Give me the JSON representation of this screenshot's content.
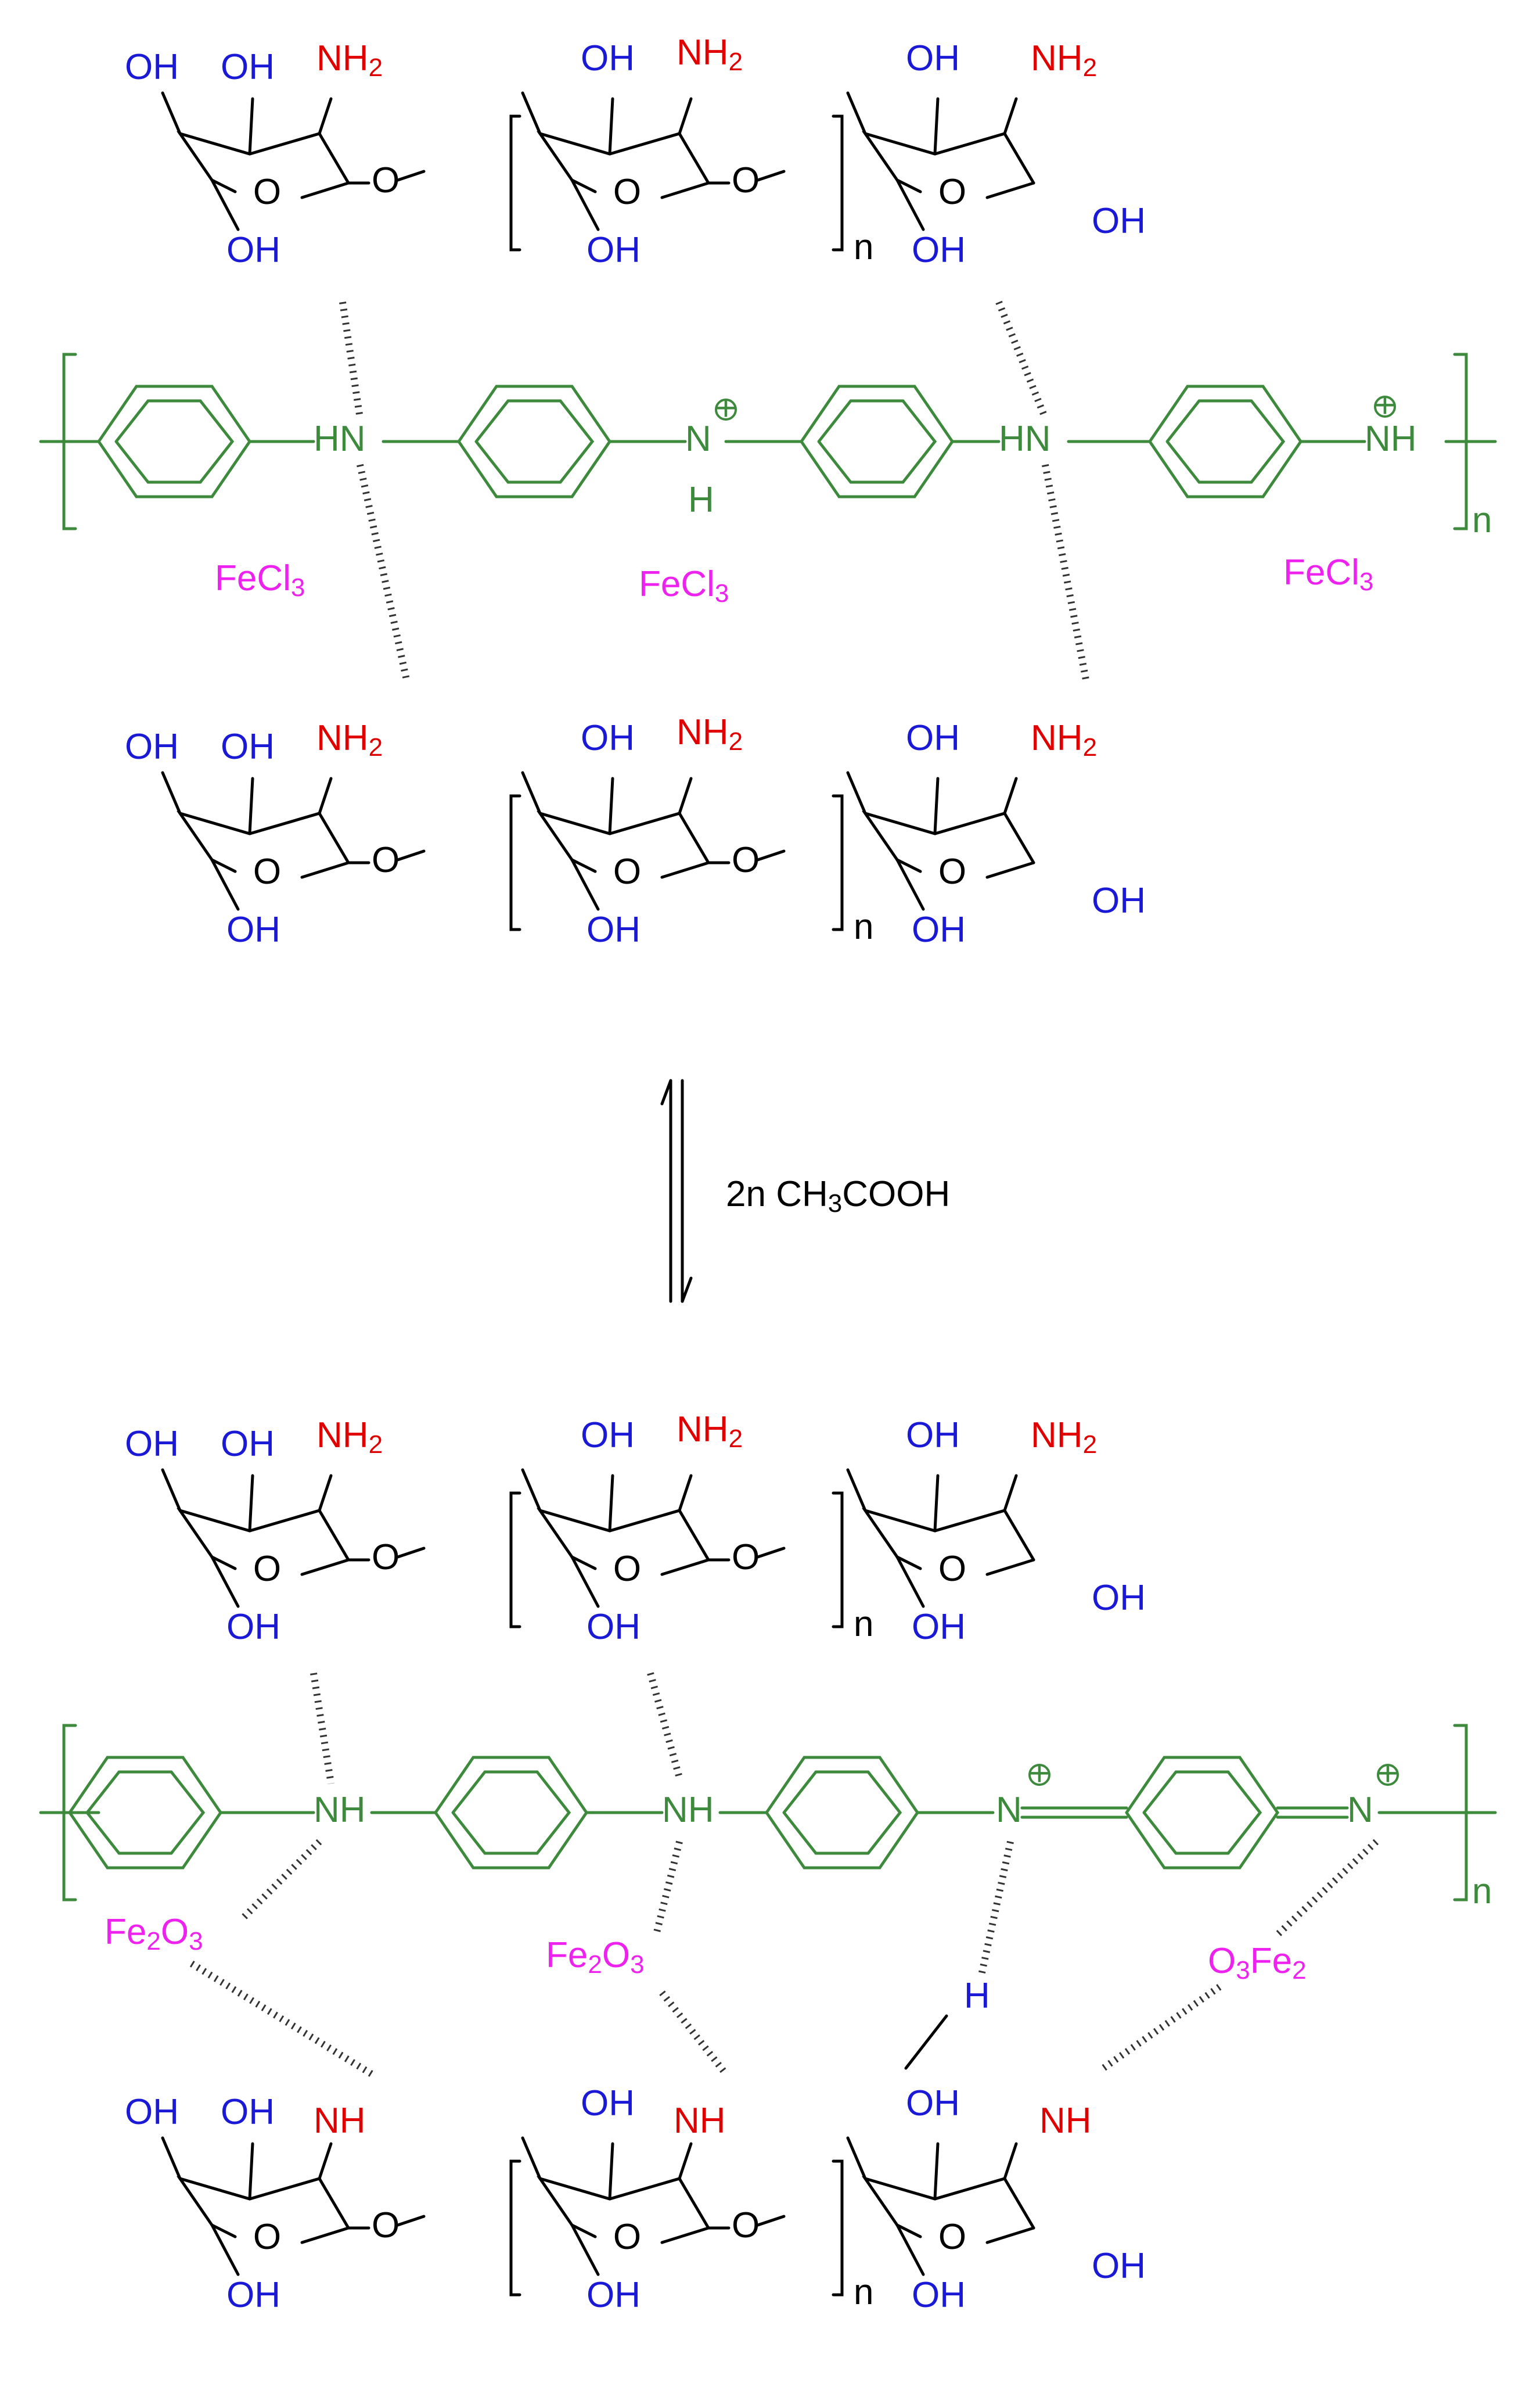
{
  "colors": {
    "hydroxyl": "#1a1ad6",
    "amine": "#e00000",
    "polyaniline": "#3d8a3d",
    "iron": "#ee22ee",
    "bond": "#000000"
  },
  "labels": {
    "oh": "OH",
    "o": "O",
    "nh2": "NH",
    "nh2_sub": "2",
    "nh": "NH",
    "n": "n",
    "hn": "HN",
    "n_plus": "N",
    "h": "H",
    "plus": "+",
    "fecl3": "FeCl",
    "fecl3_sub": "3",
    "fe2o3_a": "Fe",
    "fe2o3_sub1": "2",
    "fe2o3_b": "O",
    "fe2o3_sub2": "3",
    "o3fe2_a": "O",
    "o3fe2_sub1": "3",
    "o3fe2_b": "Fe",
    "o3fe2_sub2": "2"
  },
  "reaction": {
    "reagent_pre": "2n CH",
    "reagent_sub": "3",
    "reagent_post": "COOH"
  }
}
